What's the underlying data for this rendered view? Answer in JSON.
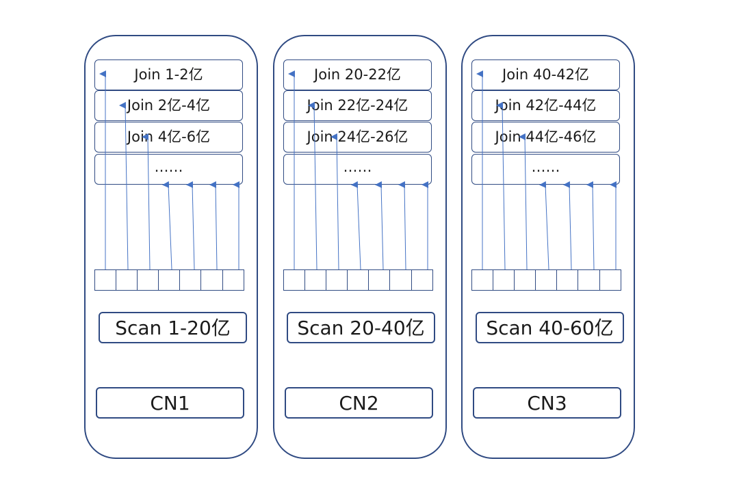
{
  "nodes": [
    {
      "joins": [
        "Join 1-2亿",
        "Join 2亿-4亿",
        "Join 4亿-6亿",
        "……"
      ],
      "scan": "Scan 1-20亿",
      "label": "CN1"
    },
    {
      "joins": [
        "Join 20-22亿",
        "Join 22亿-24亿",
        "Join 24亿-26亿",
        "……"
      ],
      "scan": "Scan 20-40亿",
      "label": "CN2"
    },
    {
      "joins": [
        "Join 40-42亿",
        "Join 42亿-44亿",
        "Join 44亿-46亿",
        "……"
      ],
      "scan": "Scan 40-60亿",
      "label": "CN3"
    }
  ],
  "colors": {
    "border": "#2f4a82",
    "arrow": "#4472c4"
  }
}
